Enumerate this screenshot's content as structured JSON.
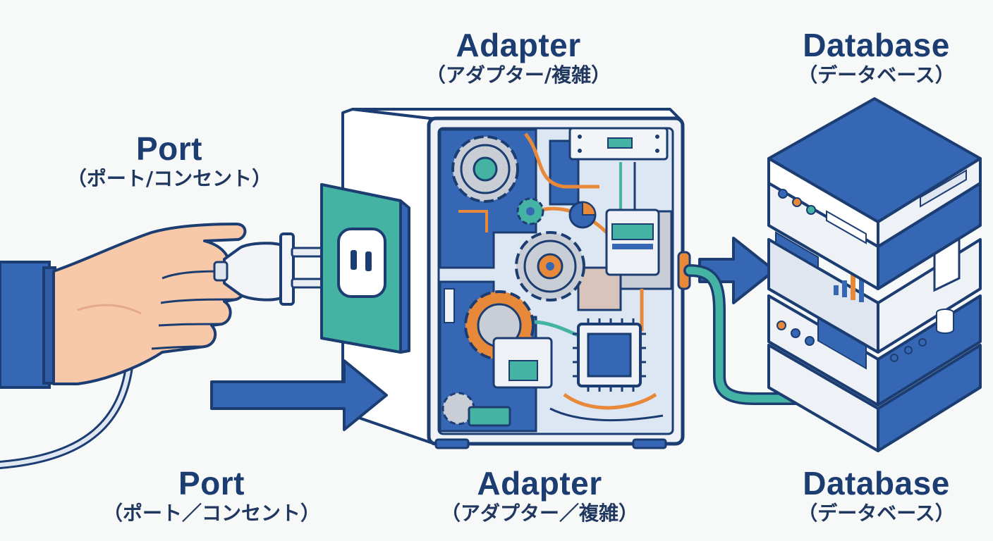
{
  "labels": {
    "port_top": {
      "title": "Port",
      "subtitle": "（ポート/コンセント）"
    },
    "adapter_top": {
      "title": "Adapter",
      "subtitle": "（アダプター/複雑）"
    },
    "database_top": {
      "title": "Database",
      "subtitle": "（データベース）"
    },
    "port_bottom": {
      "title": "Port",
      "subtitle": "（ポート／コンセント）"
    },
    "adapter_bottom": {
      "title": "Adapter",
      "subtitle": "（アダプター／複雑）"
    },
    "database_bottom": {
      "title": "Database",
      "subtitle": "（データベース）"
    }
  },
  "colors": {
    "navy": "#1c3d72",
    "blue": "#3567b5",
    "teal": "#45b3a3",
    "orange": "#e8893a",
    "gray": "#c9ced6",
    "skin": "#f7c9a8"
  },
  "icons": [
    "hand-icon",
    "plug-icon",
    "outlet-icon",
    "gear-icon",
    "chip-icon",
    "server-stack-icon",
    "arrow-icon"
  ]
}
